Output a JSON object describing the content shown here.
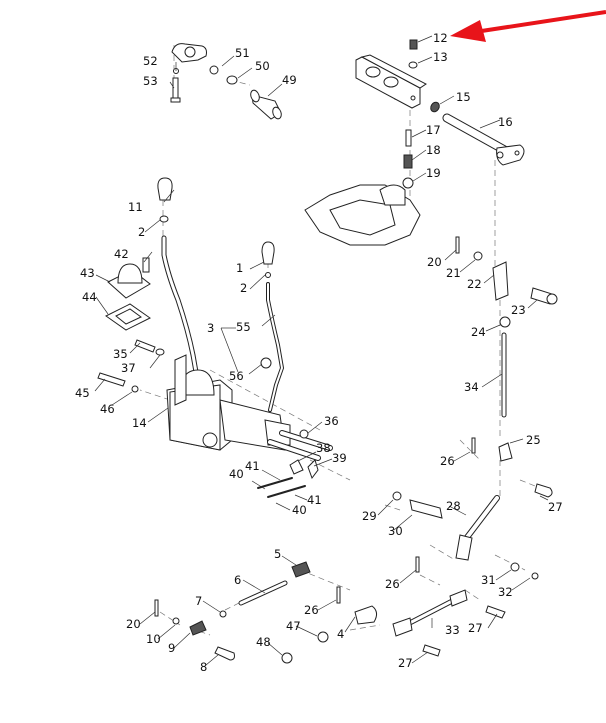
{
  "diagram": {
    "title": "",
    "description": "Exploded parts diagram of a gear shift lever assembly with linkage rods",
    "highlight_color": "#e8141a",
    "highlighted_part": "12",
    "callouts": [
      {
        "id": "1",
        "label": "1",
        "part": "knob (small lever)"
      },
      {
        "id": "2a",
        "label": "2",
        "part": "nut (main lever)"
      },
      {
        "id": "2b",
        "label": "2",
        "part": "nut (small lever)"
      },
      {
        "id": "3",
        "label": "3",
        "part": "lever assembly (55+56)"
      },
      {
        "id": "4",
        "label": "4",
        "part": "lever arm"
      },
      {
        "id": "5",
        "label": "5",
        "part": "clevis"
      },
      {
        "id": "6",
        "label": "6",
        "part": "rod"
      },
      {
        "id": "7",
        "label": "7",
        "part": "nut"
      },
      {
        "id": "8",
        "label": "8",
        "part": "pin"
      },
      {
        "id": "9",
        "label": "9",
        "part": "clevis"
      },
      {
        "id": "10",
        "label": "10",
        "part": "washer"
      },
      {
        "id": "11",
        "label": "11",
        "part": "knob (main lever)"
      },
      {
        "id": "12",
        "label": "12",
        "part": "set screw"
      },
      {
        "id": "13",
        "label": "13",
        "part": "nut"
      },
      {
        "id": "14",
        "label": "14",
        "part": "shift housing"
      },
      {
        "id": "15",
        "label": "15",
        "part": "o-ring"
      },
      {
        "id": "16",
        "label": "16",
        "part": "shaft"
      },
      {
        "id": "17",
        "label": "17",
        "part": "pin"
      },
      {
        "id": "18",
        "label": "18",
        "part": "spring"
      },
      {
        "id": "19",
        "label": "19",
        "part": "ball"
      },
      {
        "id": "20a",
        "label": "20",
        "part": "cotter pin"
      },
      {
        "id": "20b",
        "label": "20",
        "part": "cotter pin"
      },
      {
        "id": "21",
        "label": "21",
        "part": "washer"
      },
      {
        "id": "22",
        "label": "22",
        "part": "clevis"
      },
      {
        "id": "23",
        "label": "23",
        "part": "pin"
      },
      {
        "id": "24",
        "label": "24",
        "part": "nut"
      },
      {
        "id": "25",
        "label": "25",
        "part": "clevis block"
      },
      {
        "id": "26a",
        "label": "26",
        "part": "cotter pin"
      },
      {
        "id": "26b",
        "label": "26",
        "part": "cotter pin"
      },
      {
        "id": "26c",
        "label": "26",
        "part": "cotter pin"
      },
      {
        "id": "27a",
        "label": "27",
        "part": "pin"
      },
      {
        "id": "27b",
        "label": "27",
        "part": "pin"
      },
      {
        "id": "27c",
        "label": "27",
        "part": "pin"
      },
      {
        "id": "28",
        "label": "28",
        "part": "bell crank"
      },
      {
        "id": "29",
        "label": "29",
        "part": "nut"
      },
      {
        "id": "30",
        "label": "30",
        "part": "pivot shaft"
      },
      {
        "id": "31",
        "label": "31",
        "part": "washer"
      },
      {
        "id": "32",
        "label": "32",
        "part": "snap ring"
      },
      {
        "id": "33",
        "label": "33",
        "part": "link rod"
      },
      {
        "id": "34",
        "label": "34",
        "part": "threaded rod"
      },
      {
        "id": "35",
        "label": "35",
        "part": "bolt"
      },
      {
        "id": "36",
        "label": "36",
        "part": "nut"
      },
      {
        "id": "37",
        "label": "37",
        "part": "washer"
      },
      {
        "id": "38",
        "label": "38",
        "part": "ball joint"
      },
      {
        "id": "39",
        "label": "39",
        "part": "ball joint"
      },
      {
        "id": "40a",
        "label": "40",
        "part": "pin"
      },
      {
        "id": "40b",
        "label": "40",
        "part": "pin"
      },
      {
        "id": "41a",
        "label": "41",
        "part": "pin"
      },
      {
        "id": "41b",
        "label": "41",
        "part": "pin"
      },
      {
        "id": "42",
        "label": "42",
        "part": "bolt"
      },
      {
        "id": "43",
        "label": "43",
        "part": "boot"
      },
      {
        "id": "44",
        "label": "44",
        "part": "gasket"
      },
      {
        "id": "45",
        "label": "45",
        "part": "bolt"
      },
      {
        "id": "46",
        "label": "46",
        "part": "nut"
      },
      {
        "id": "47",
        "label": "47",
        "part": "bushing"
      },
      {
        "id": "48",
        "label": "48",
        "part": "nut"
      },
      {
        "id": "49",
        "label": "49",
        "part": "pin"
      },
      {
        "id": "50",
        "label": "50",
        "part": "snap ring"
      },
      {
        "id": "51",
        "label": "51",
        "part": "washer"
      },
      {
        "id": "52",
        "label": "52",
        "part": "washer"
      },
      {
        "id": "53",
        "label": "53",
        "part": "bolt"
      },
      {
        "id": "55",
        "label": "55",
        "part": "small lever"
      },
      {
        "id": "56",
        "label": "56",
        "part": "bushing"
      }
    ]
  }
}
